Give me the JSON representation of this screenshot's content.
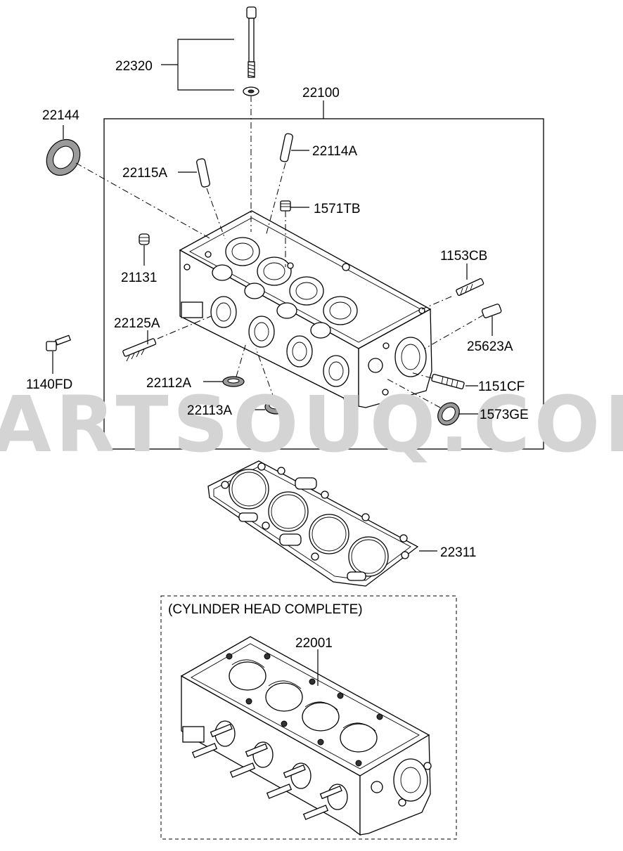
{
  "watermark": "PARTSOUQ.COM",
  "labels": {
    "p22320": "22320",
    "p22100": "22100",
    "p22144": "22144",
    "p22114A": "22114A",
    "p22115A": "22115A",
    "p1571TB": "1571TB",
    "p21131": "21131",
    "p1153CB": "1153CB",
    "p22125A": "22125A",
    "p25623A": "25623A",
    "p1140FD": "1140FD",
    "p22112A": "22112A",
    "p1151CF": "1151CF",
    "p22113A": "22113A",
    "p1573GE": "1573GE",
    "p22311": "22311",
    "p22001": "22001"
  },
  "complete_box_title": "(CYLINDER HEAD COMPLETE)"
}
